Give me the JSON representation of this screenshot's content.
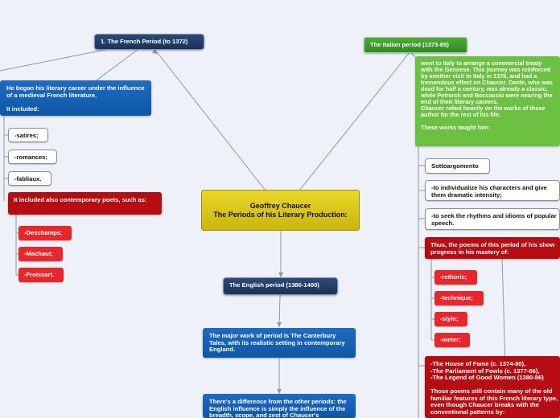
{
  "central": {
    "title": "Geoffrey Chaucer",
    "subtitle": "The Periods of his Literary Production:"
  },
  "french": {
    "label": "1. The French Period (to 1372)",
    "intro": "He began his literary career under the influence of a medieval French literature.\n\nIt included:",
    "included": [
      "-satires;",
      "-romances;",
      "-fabliaux."
    ],
    "poets_intro": "It included also contemporary poets, such as:",
    "poets": [
      "-Deschamps;",
      "-Machaut;",
      "-Froissart."
    ]
  },
  "italian": {
    "label": "The Italian period (1373-85)",
    "intro": "went to Italy to arrange a commercial treaty with the Genoese. This journey was reinforced by another visit to Italy in 1378, and had a tremendous effect on Chaucer. Dante, who was dead for half a century, was already a classic, while Petrarch and Boccaccio were nearing the end of their literary careers.\nChaucer relied heavily on the works of these author for the rest of his life.\n\nThese works taught him:",
    "taught": [
      "Sottoargomento",
      "-to individualize his characters and give them dramatic intensity;",
      "-to seek the rhythms and idioms of popular speech."
    ],
    "progress_intro": "Thus, the poems of this period of his show progress in his mastery of:",
    "progress": [
      "-rethoric;",
      "-technique;",
      "-style;",
      "-meter;"
    ],
    "poems": "-The House of Fame (c. 1374-80),\n-The Parliament of Fowls (c. 1377-86),\n-The Legend of Good Women (1380-86)\n\nThose poems still contain many of the old familiar features of this French literary type, even though Chaucer breaks with the conventional patterns by:"
  },
  "english": {
    "label": "The English period (1386-1400)",
    "major": "The major work of period is The Canterbury Tales, with its realistic setting in contemporary England.",
    "difference": "There's a difference from the other periods: the English influence is simply the influence of the breadth, scope, and zest of Chaucer's"
  },
  "colors": {
    "background": "#eef2f8",
    "central": "#e0cc1c",
    "dark": "#1c3157",
    "blue": "#0d57a6",
    "green": "#6cc142",
    "red": "#b50d12",
    "red_light": "#e8272d"
  }
}
